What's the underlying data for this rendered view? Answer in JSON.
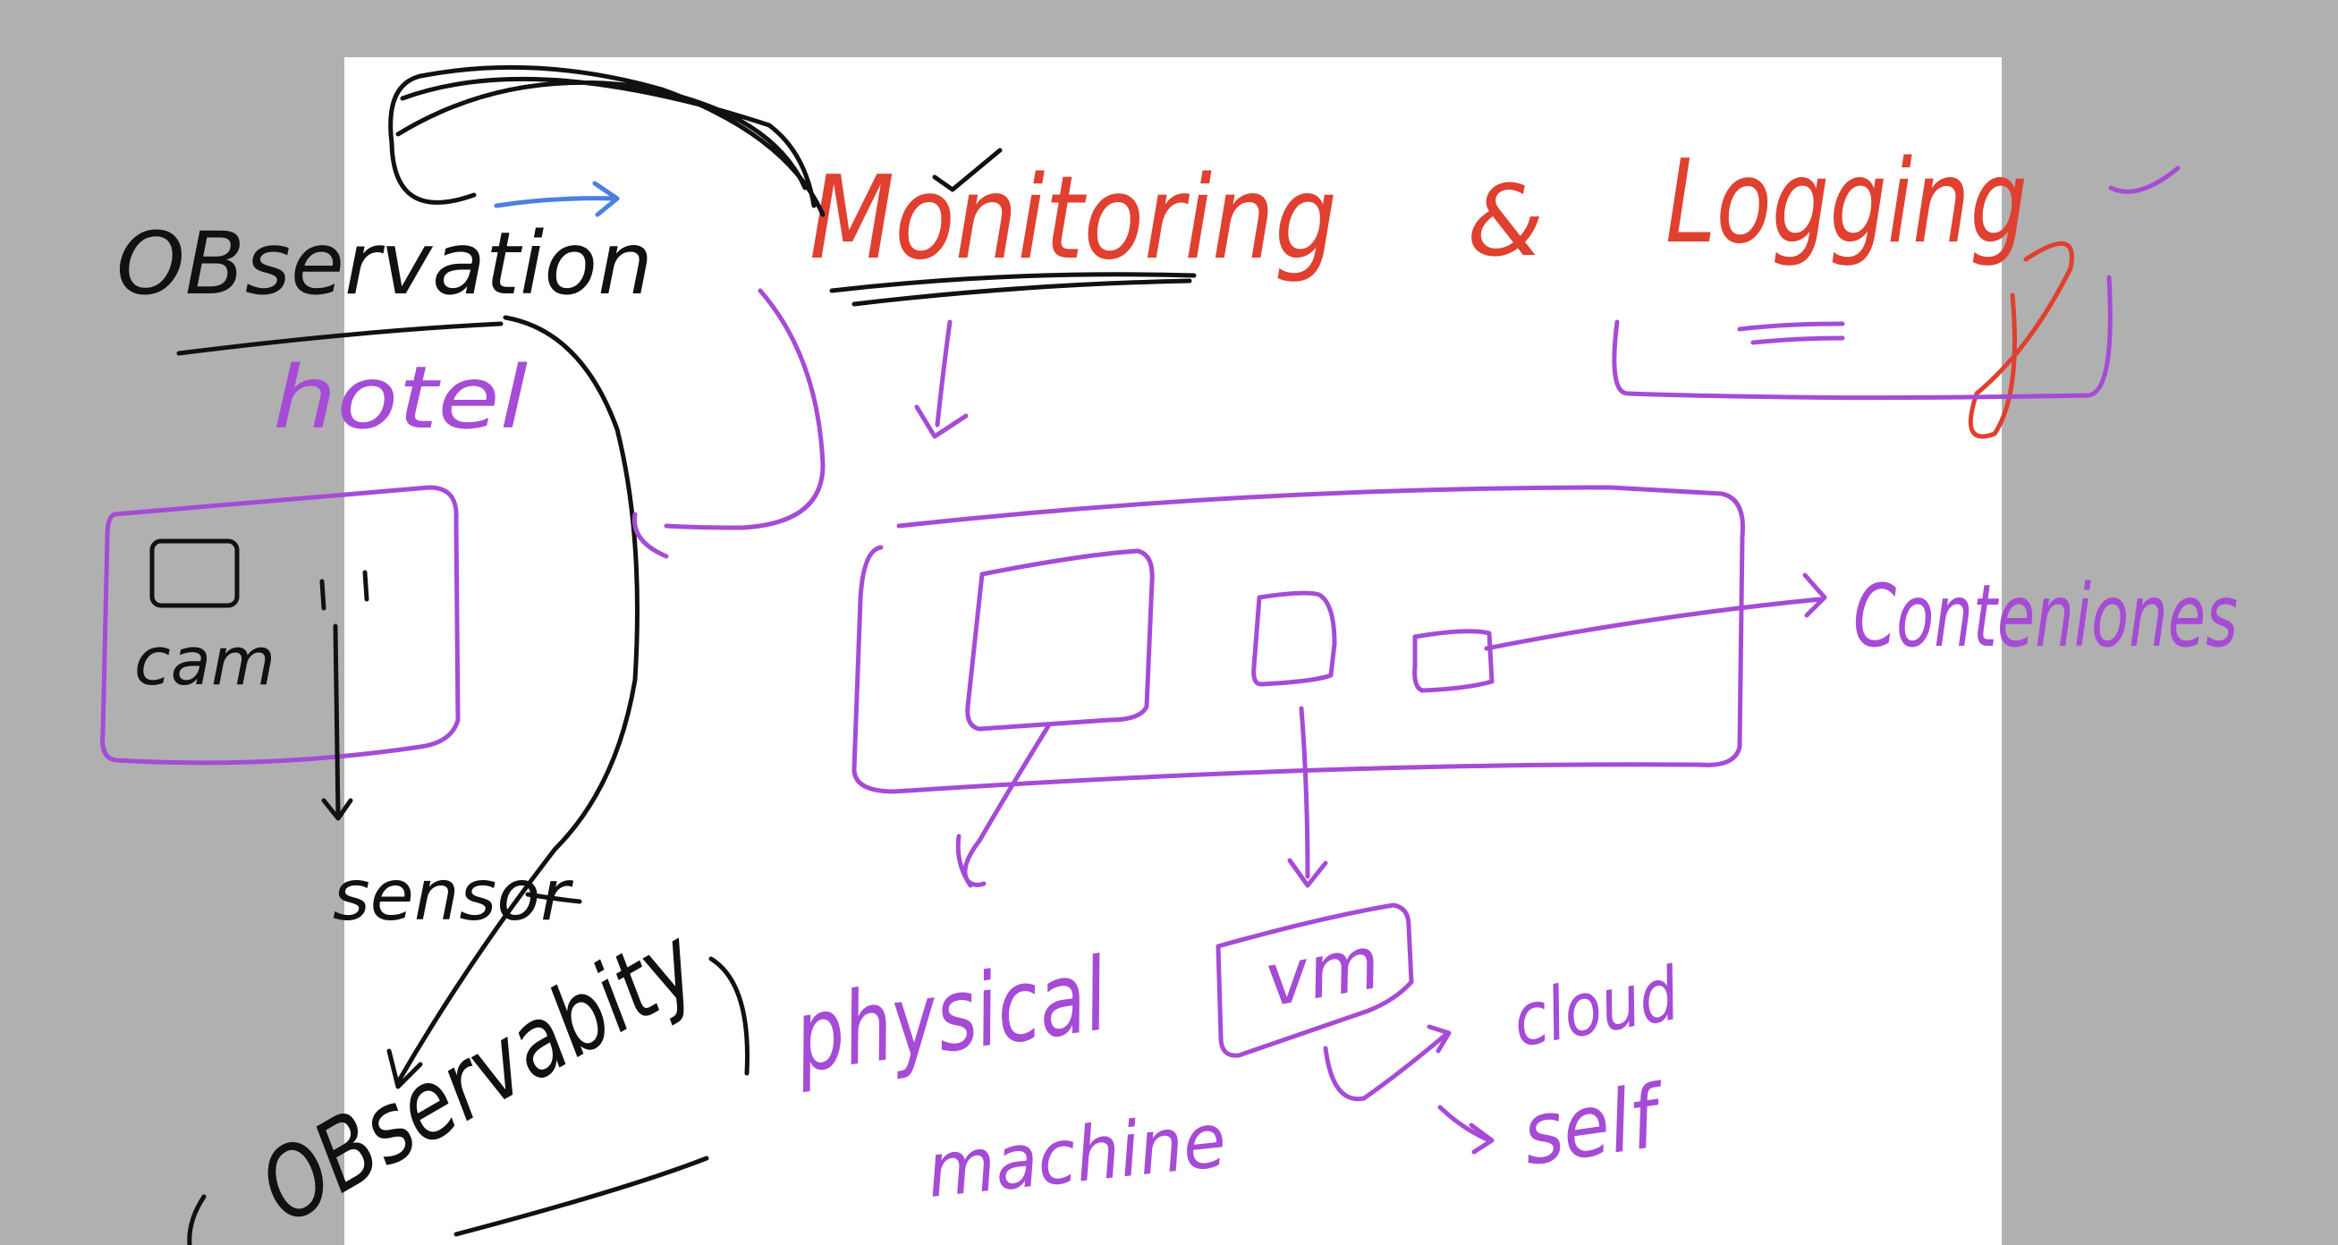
{
  "labels": {
    "monitoring": "Monitoring",
    "and": "&",
    "logging": "Logging",
    "observation": "OBservation",
    "hotel": "hotel",
    "cam": "cam",
    "sensor": "sensor",
    "observability": "OBservabity",
    "containers": "Conteniones",
    "physical": "physical",
    "machine": "machine",
    "vm": "vm",
    "cloud": "cloud",
    "self": "self"
  },
  "colors": {
    "background": "#b0b0b0",
    "page": "#ffffff",
    "red_ink": "#e0402f",
    "purple_ink": "#a64bd6",
    "black_ink": "#111111",
    "blue_ink": "#4a80e0"
  }
}
